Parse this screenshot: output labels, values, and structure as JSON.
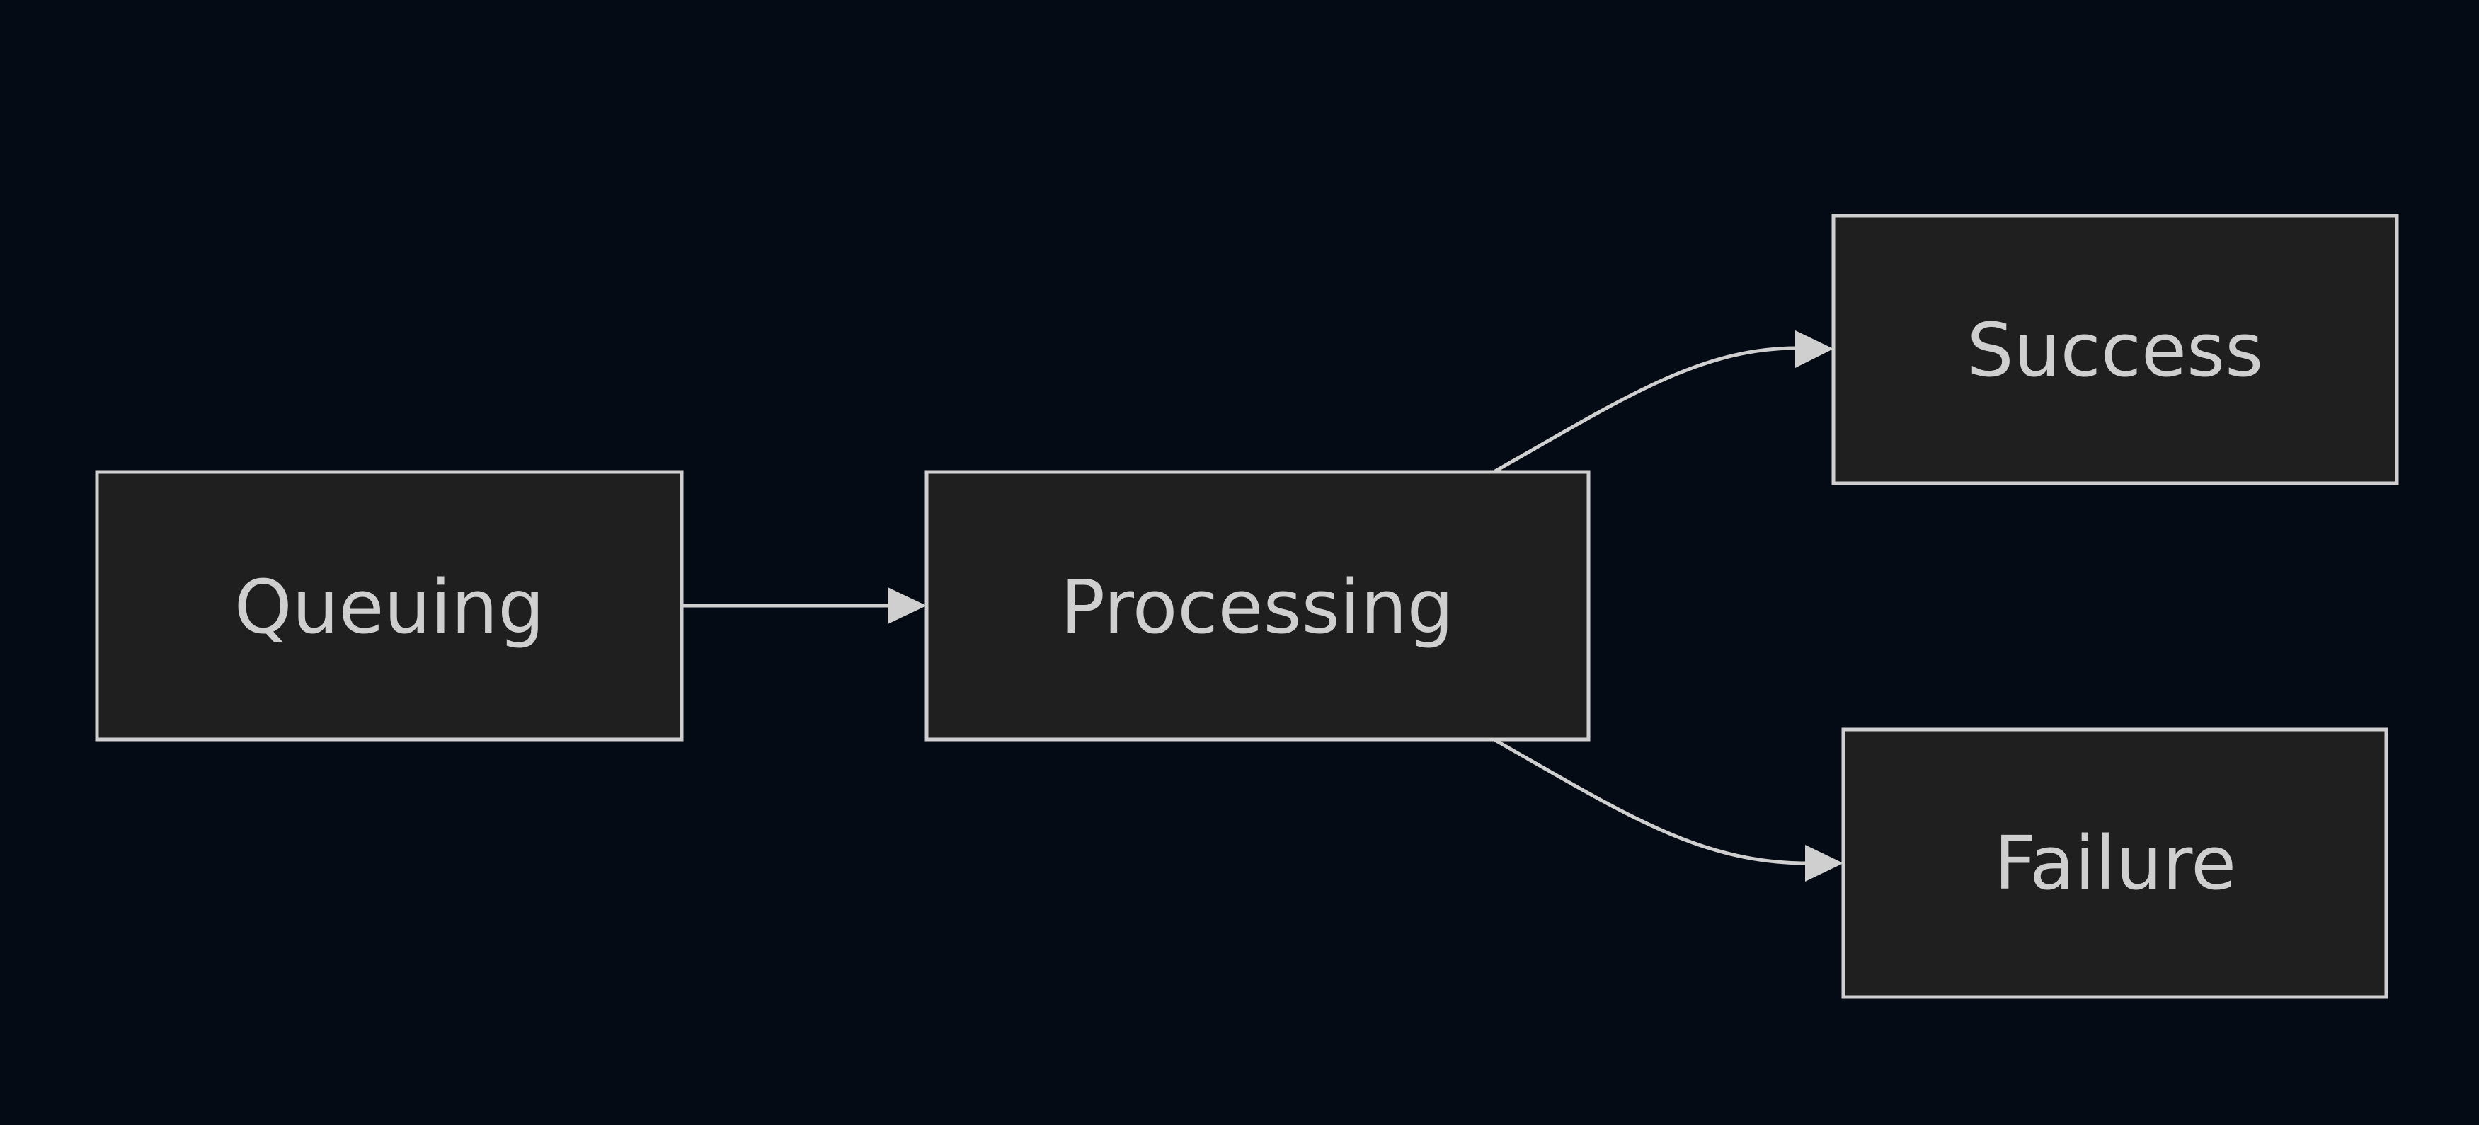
{
  "diagram": {
    "type": "flowchart",
    "direction": "left-to-right",
    "colors": {
      "background": "#050b14",
      "node_fill": "#1f1f1f",
      "node_stroke": "#cfcfcf",
      "text": "#cfcfcf",
      "edge": "#cfcfcf"
    },
    "nodes": [
      {
        "id": "queuing",
        "label": "Queuing"
      },
      {
        "id": "processing",
        "label": "Processing"
      },
      {
        "id": "success",
        "label": "Success"
      },
      {
        "id": "failure",
        "label": "Failure"
      }
    ],
    "edges": [
      {
        "from": "queuing",
        "to": "processing"
      },
      {
        "from": "processing",
        "to": "success"
      },
      {
        "from": "processing",
        "to": "failure"
      }
    ]
  }
}
